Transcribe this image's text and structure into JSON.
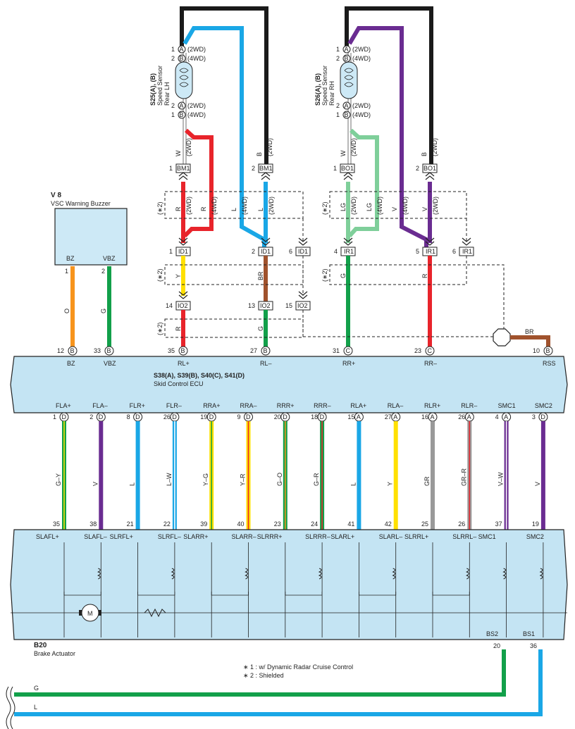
{
  "colors": {
    "black": "#1a1a1a",
    "blue": "#1aa7e6",
    "red": "#e8242b",
    "purple": "#6a2c91",
    "lightgreen": "#7fcf9a",
    "green": "#12a04a",
    "orange": "#f7941d",
    "yellow": "#ffe000",
    "brown": "#a0522d",
    "gray": "#999999",
    "box_fill": "#cde9f6",
    "ecu_fill": "#c4e4f3"
  },
  "speed_sensor_lh": {
    "title": "S25(A), (B)",
    "sub1": "Speed Sensor",
    "sub2": "Rear LH",
    "pin_a": "A",
    "pin_b": "B",
    "two_wd": "(2WD)",
    "four_wd": "(4WD)",
    "pin1": "1",
    "pin2": "2"
  },
  "speed_sensor_rh": {
    "title": "S26(A), (B)",
    "sub1": "Speed Sensor",
    "sub2": "Rear RH",
    "pin_a": "A",
    "pin_b": "B",
    "two_wd": "(2WD)",
    "four_wd": "(4WD)",
    "pin1": "1",
    "pin2": "2"
  },
  "wire_codes": {
    "W": "W",
    "B": "B",
    "R": "R",
    "L": "L",
    "LG": "LG",
    "V": "V",
    "Y": "Y",
    "BR": "BR",
    "G": "G",
    "O": "O",
    "two_wd": "(2WD)",
    "four_wd": "(4WD)"
  },
  "connectors": {
    "bm1": "BM1",
    "bo1": "BO1",
    "id1": "ID1",
    "ir1": "IR1",
    "io2": "IO2",
    "n1": "1",
    "n2": "2",
    "n4": "4",
    "n5": "5",
    "n6": "6",
    "n13": "13",
    "n14": "14",
    "n15": "15"
  },
  "notes_star": {
    "s1": "(∗2)",
    "s2": "(∗2)",
    "s3": "(∗2)",
    "s4": "(∗2)"
  },
  "buzzer": {
    "id": "V 8",
    "name": "VSC Warning Buzzer",
    "pin_bz": "BZ",
    "pin_vbz": "VBZ",
    "n1": "1",
    "n2": "2"
  },
  "ecu": {
    "title": "S38(A), S39(B), S40(C), S41(D)",
    "name": "Skid Control ECU",
    "top_pins": [
      {
        "num": "12",
        "con": "B",
        "label": "BZ"
      },
      {
        "num": "33",
        "con": "B",
        "label": "VBZ"
      },
      {
        "num": "35",
        "con": "B",
        "label": "RL+"
      },
      {
        "num": "27",
        "con": "B",
        "label": "RL–"
      },
      {
        "num": "31",
        "con": "C",
        "label": "RR+"
      },
      {
        "num": "23",
        "con": "C",
        "label": "RR–"
      },
      {
        "num": "10",
        "con": "B",
        "label": "RSS"
      }
    ],
    "bottom_pins": [
      {
        "label": "FLA+",
        "num": "1",
        "con": "D",
        "wire": "G–Y",
        "act_num": "35",
        "act_label": "SLAFL+"
      },
      {
        "label": "FLA–",
        "num": "2",
        "con": "D",
        "wire": "V",
        "act_num": "38",
        "act_label": "SLAFL–"
      },
      {
        "label": "FLR+",
        "num": "8",
        "con": "D",
        "wire": "L",
        "act_num": "21",
        "act_label": "SLRFL+"
      },
      {
        "label": "FLR–",
        "num": "26",
        "con": "D",
        "wire": "L–W",
        "act_num": "22",
        "act_label": "SLRFL–"
      },
      {
        "label": "RRA+",
        "num": "19",
        "con": "D",
        "wire": "Y–G",
        "act_num": "39",
        "act_label": "SLARR+"
      },
      {
        "label": "RRA–",
        "num": "9",
        "con": "D",
        "wire": "Y–R",
        "act_num": "40",
        "act_label": "SLARR–"
      },
      {
        "label": "RRR+",
        "num": "20",
        "con": "D",
        "wire": "G–O",
        "act_num": "23",
        "act_label": "SLRRR+"
      },
      {
        "label": "RRR–",
        "num": "18",
        "con": "D",
        "wire": "G–R",
        "act_num": "24",
        "act_label": "SLRRR–"
      },
      {
        "label": "RLA+",
        "num": "15",
        "con": "A",
        "wire": "L",
        "act_num": "41",
        "act_label": "SLARL+"
      },
      {
        "label": "RLA–",
        "num": "27",
        "con": "A",
        "wire": "Y",
        "act_num": "42",
        "act_label": "SLARL–"
      },
      {
        "label": "RLR+",
        "num": "16",
        "con": "A",
        "wire": "GR",
        "act_num": "25",
        "act_label": "SLRRL+"
      },
      {
        "label": "RLR–",
        "num": "26",
        "con": "A",
        "wire": "GR–R",
        "act_num": "26",
        "act_label": "SLRRL–"
      },
      {
        "label": "SMC1",
        "num": "4",
        "con": "A",
        "wire": "V–W",
        "act_num": "37",
        "act_label": "SMC1"
      },
      {
        "label": "SMC2",
        "num": "3",
        "con": "D",
        "wire": "V",
        "act_num": "19",
        "act_label": "SMC2"
      }
    ]
  },
  "actuator": {
    "id": "B20",
    "name": "Brake Actuator",
    "motor": "M",
    "bs2": "BS2",
    "bs1": "BS1",
    "n20": "20",
    "n36": "36"
  },
  "notes": {
    "n1": "∗ 1 : w/ Dynamic Radar Cruise Control",
    "n2": "∗ 2 : Shielded"
  },
  "bottom_wires": {
    "g": "G",
    "l": "L"
  }
}
